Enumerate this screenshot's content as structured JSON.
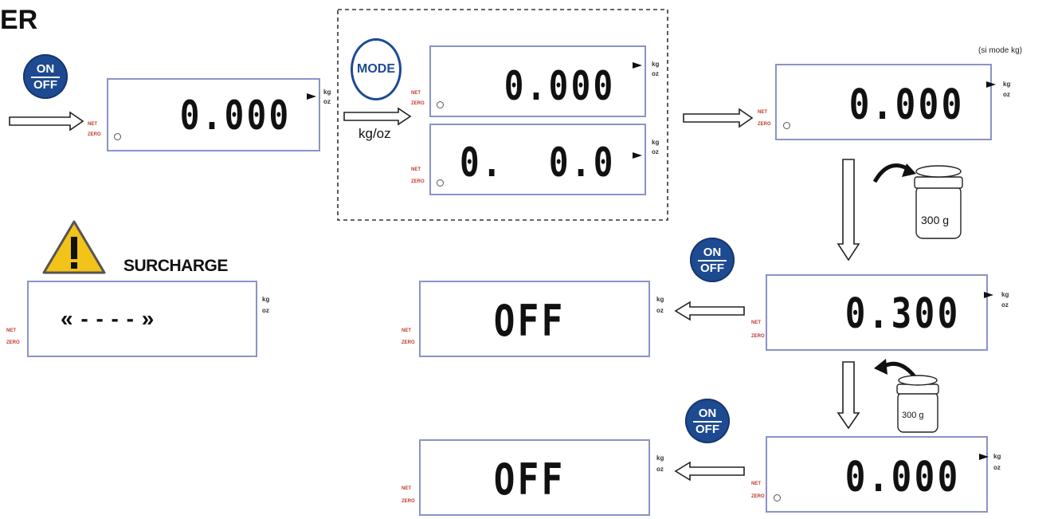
{
  "header": {
    "title_fragment": "ER"
  },
  "buttons": {
    "on": "ON",
    "off": "OFF",
    "mode": "MODE"
  },
  "labels": {
    "kg_oz": "kg/oz",
    "si_mode_kg": "(si mode kg)",
    "surcharge": "SURCHARGE",
    "weight": "300 g",
    "net": "NET",
    "zero": "ZERO",
    "kg": "kg",
    "oz": "oz"
  },
  "displays": {
    "power_on": "0.000",
    "mode_kg": "0.000",
    "mode_oz": "0.  0.0",
    "kg_mode": "0.000",
    "with_weight": "0.300",
    "removed": "0.000",
    "off_1": "OFF",
    "off_2": "OFF",
    "overload": "« - - - - »"
  },
  "colors": {
    "button_blue": "#1d4a91",
    "display_border": "#8a93c9",
    "label_red": "#c0392b",
    "warning_yellow": "#f2c318"
  }
}
